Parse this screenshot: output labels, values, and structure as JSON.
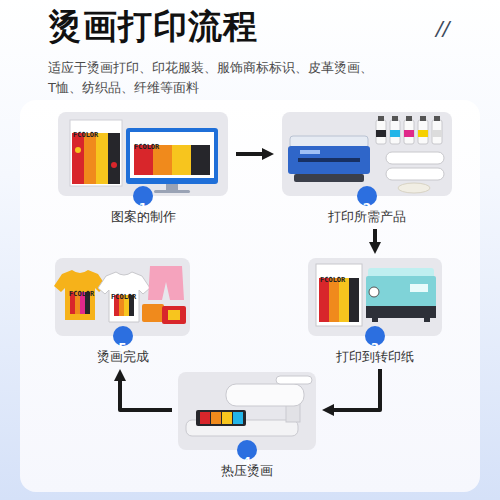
{
  "diagram": {
    "title": "烫画打印流程",
    "nodes": [
      {
        "text": [
          "图案的制作"
        ]
      },
      {
        "text": [
          "1"
        ],
        "in": 0
      },
      {
        "text": [
          "打印所需产品"
        ]
      },
      {
        "text": [
          "2"
        ],
        "in": 2
      },
      {
        "text": [
          "打印到转印纸"
        ]
      },
      {
        "text": [
          "3"
        ],
        "in": 4
      },
      {
        "text": [
          "热压烫画"
        ]
      },
      {
        "text": [
          "4"
        ],
        "in": 6
      },
      {
        "text": [
          "烫画完成"
        ]
      },
      {
        "text": [
          "5"
        ],
        "in": 8
      }
    ],
    "edges": [
      {
        "from": 0,
        "to": 2,
        "arrow": "to"
      },
      {
        "from": 2,
        "to": 4,
        "arrow": "to"
      },
      {
        "from": 4,
        "to": 6,
        "arrow": "to"
      },
      {
        "from": 6,
        "to": 8,
        "arrow": "to"
      }
    ],
    "labels": [
      "//",
      "适应于烫画打印、印花服装、服饰商标标识、皮革烫画、 T恤、纺织品、纤维等面料",
      "FCOLOR",
      "FCOLOR",
      "FCOLOR",
      "FCOLOR",
      "FCOLOR"
    ]
  }
}
